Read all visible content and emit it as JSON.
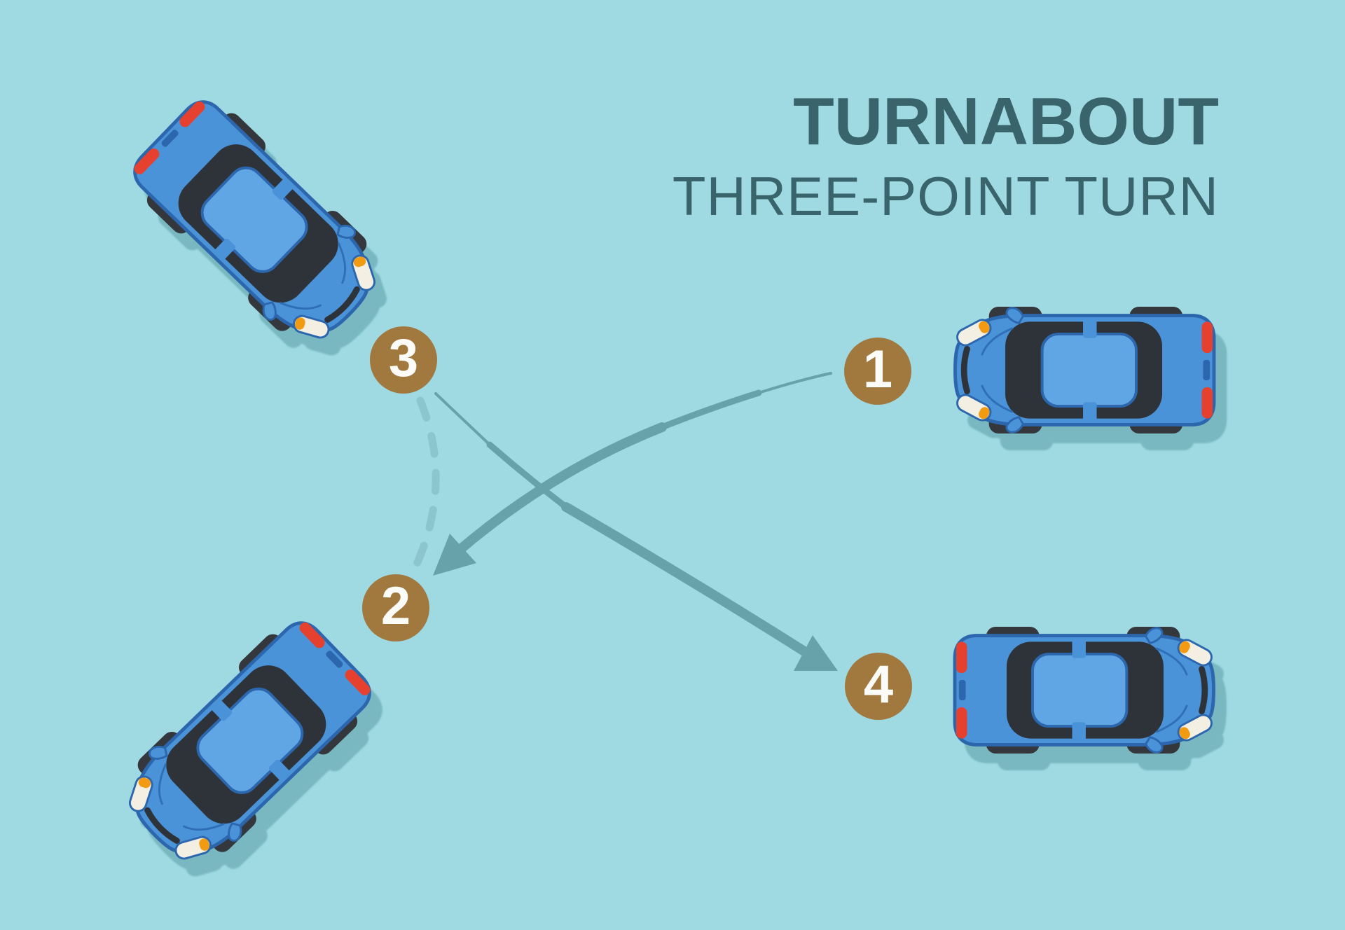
{
  "title": {
    "main": "TURNABOUT",
    "subtitle": "THREE-POINT TURN"
  },
  "steps": [
    {
      "number": "1"
    },
    {
      "number": "2"
    },
    {
      "number": "3"
    },
    {
      "number": "4"
    }
  ],
  "icons": {
    "car": "car-top-view-icon (inline SVG shape)",
    "arrow_forward_1": "curved-tapered-arrow from step 1 to step 2",
    "arrow_forward_2": "curved-tapered-arrow from step 3 to step 4",
    "reverse_path": "dashed-arc from step 3 to step 2"
  },
  "colors": {
    "background": "#9fdae2",
    "title_text": "#3a646c",
    "badge": "#a1783e",
    "badge_number": "#fbfcf7",
    "arrow": "#67a2ab",
    "dashed": "#8cc5cd",
    "car_body": "#4b93d8",
    "car_roof": "#60a5e4",
    "car_outline": "#2c67ae",
    "car_glass": "#2e3339",
    "wheel": "#34383d",
    "taillight": "#e6402f",
    "headlight": "#f3f0e3",
    "indicator": "#f29a11"
  }
}
